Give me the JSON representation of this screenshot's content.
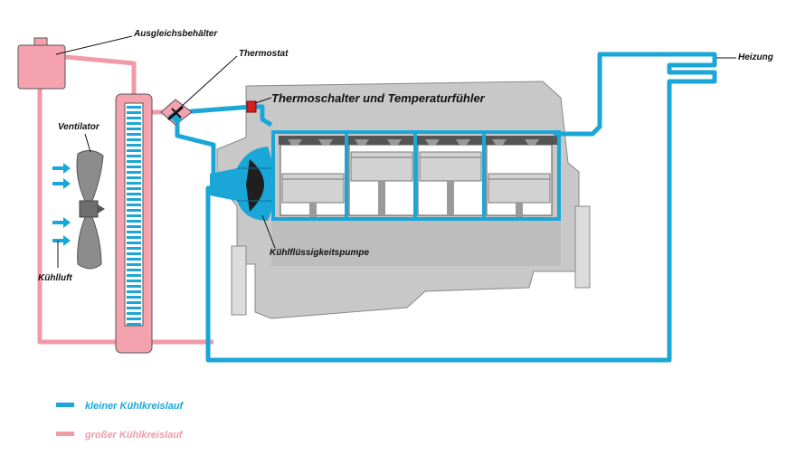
{
  "labels": {
    "reservoir": "Ausgleichsbehälter",
    "thermostat": "Thermostat",
    "heater": "Heizung",
    "sensor": "Thermoschalter und Temperaturfühler",
    "fan": "Ventilator",
    "pump": "Kühlflüssigkeitspumpe",
    "cooling_air": "Kühlluft"
  },
  "legend": {
    "small_circuit": "kleiner Kühlkreislauf",
    "large_circuit": "großer Kühlkreislauf"
  },
  "colors": {
    "small_circuit": "#1aa7d8",
    "large_circuit": "#f19aa8",
    "engine": "#c8c8c8",
    "sensor": "#d42020"
  }
}
